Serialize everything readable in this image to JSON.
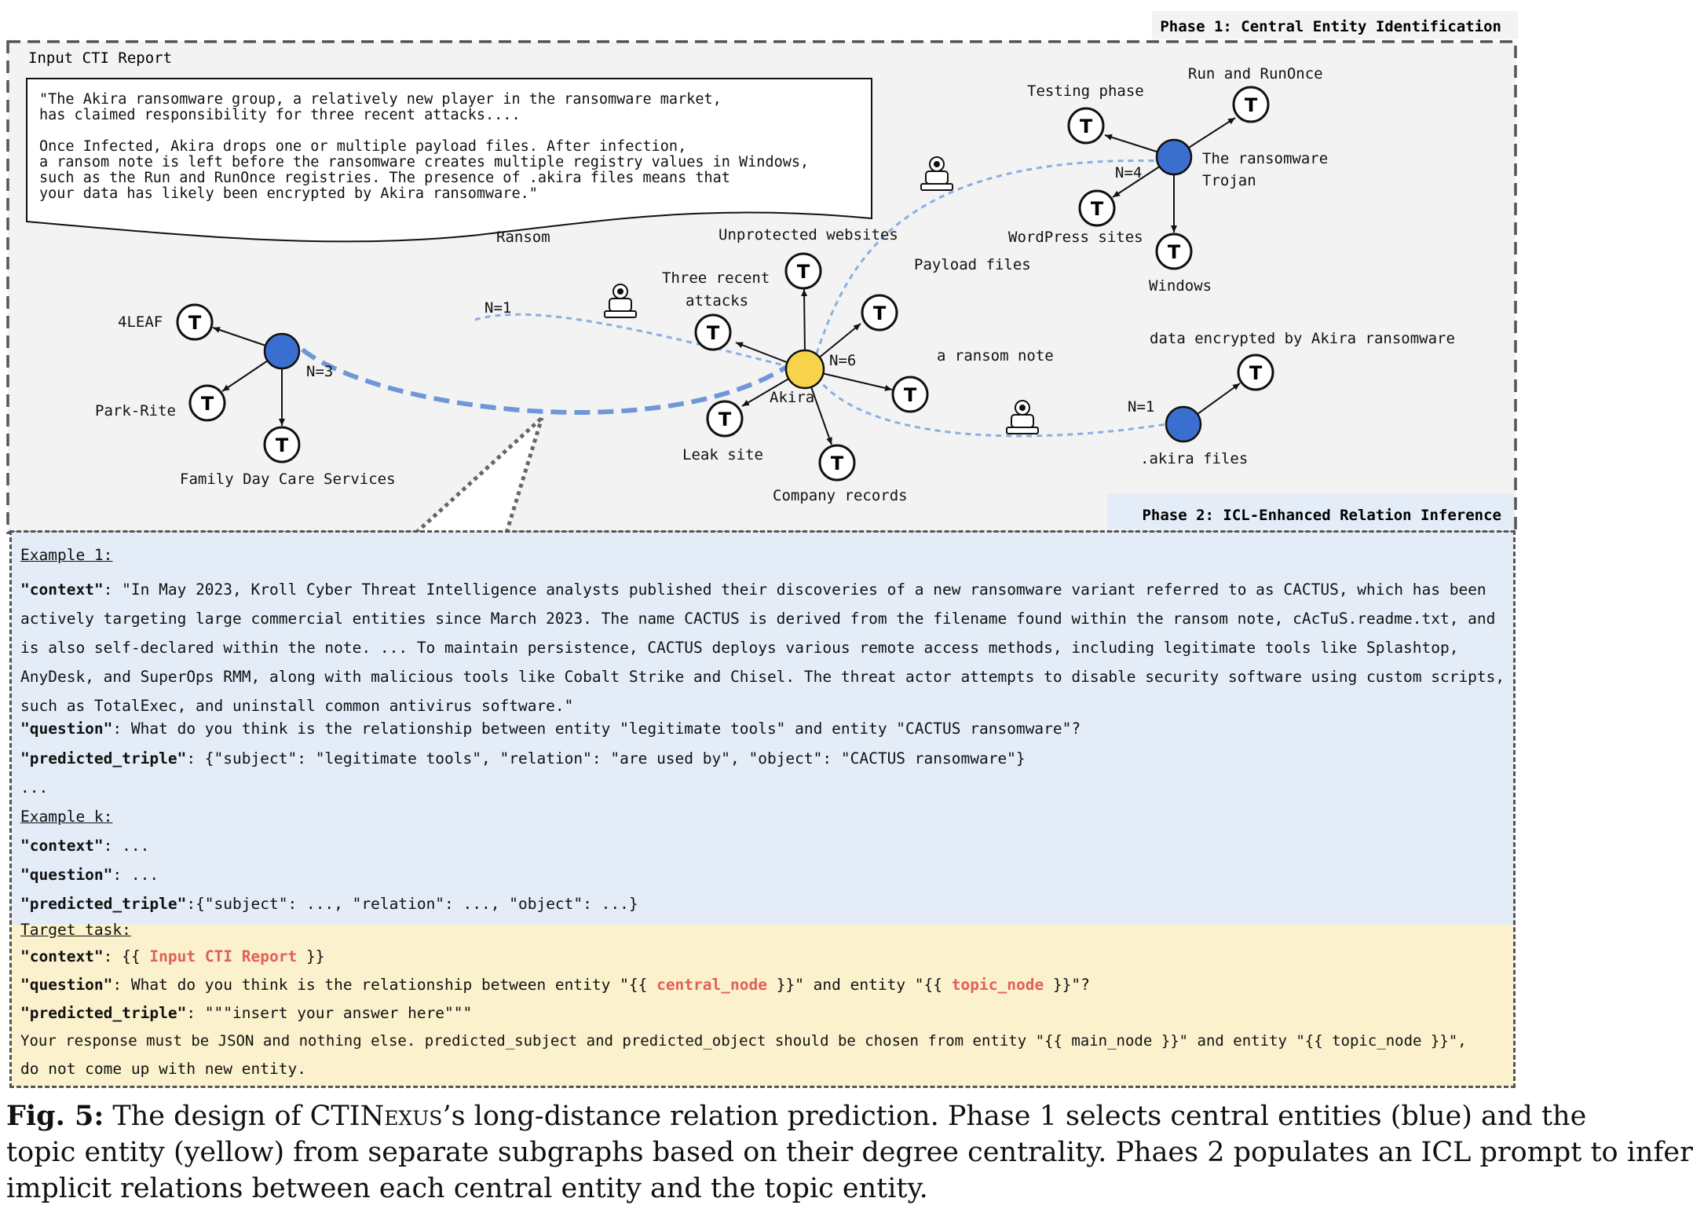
{
  "phase1": {
    "label": "Phase 1: Central Entity Identification",
    "input_label": "Input CTI Report",
    "report_lines": [
      "\"The Akira ransomware group, a relatively new player in the ransomware market,",
      "has claimed responsibility for three recent attacks....",
      "Once Infected,  Akira drops one or multiple payload files. After infection,",
      "a ransom note is left before the ransomware creates multiple registry values in Windows,",
      "such as the Run and RunOnce registries. The presence of .akira files means that",
      "your data has likely been encrypted by Akira ransomware.\""
    ]
  },
  "graph": {
    "node_glyph": "T",
    "labels": {
      "ransom": "Ransom",
      "unprotected": "Unprotected websites",
      "payload": "Payload files",
      "three_recent_1": "Three recent",
      "three_recent_2": "attacks",
      "ransom_note": "a ransom note",
      "akira": "Akira",
      "n6": "N=6",
      "leak": "Leak site",
      "company": "Company records",
      "leaf4": "4LEAF",
      "park": "Park-Rite",
      "family": "Family Day Care Services",
      "n3": "N=3",
      "n1_left": "N=1",
      "testing": "Testing phase",
      "run": "Run and RunOnce",
      "trojan_1": "The ransomware",
      "trojan_2": "Trojan",
      "n4": "N=4",
      "wordpress": "WordPress sites",
      "windows": "Windows",
      "encrypted": "data encrypted by Akira ransomware",
      "n1_right": "N=1",
      "akira_files": ".akira files"
    },
    "colors": {
      "central": "#3a6fcf",
      "topic": "#f6d34a",
      "edge_dashed": "#7aa0dc"
    }
  },
  "phase2": {
    "label": "Phase 2: ICL-Enhanced Relation Inference",
    "example1_title": "Example 1:",
    "context_key": "\"context\"",
    "context_text": ": \"In May 2023, Kroll Cyber Threat Intelligence analysts published their discoveries of a new ransomware variant referred to as CACTUS, which has been actively targeting large commercial entities since March 2023. The name CACTUS is derived from the filename found within the ransom note, cAcTuS.readme.txt, and is also self-declared within the note. ... To maintain persistence, CACTUS deploys various remote access methods, including legitimate tools like Splashtop, AnyDesk, and SuperOps RMM, along with malicious tools like Cobalt Strike and Chisel. The threat actor attempts to disable security software using custom scripts, such as TotalExec, and uninstall common antivirus software.\"",
    "question_key": "\"question\"",
    "question_text": ": What do you think is the relationship between entity \"legitimate tools\" and entity \"CACTUS ransomware\"?",
    "triple_key": "\"predicted_triple\"",
    "triple_text": ": {\"subject\": \"legitimate tools\", \"relation\": \"are used by\", \"object\": \"CACTUS ransomware\"}",
    "ellipsis": "...",
    "examplek_title": "Example k:",
    "context_k": ": ...",
    "question_k": ": ...",
    "triple_k": ":{\"subject\": ..., \"relation\": ..., \"object\": ...}",
    "target_title": "Target task:",
    "t_context_pre": ": {{ ",
    "t_context_var": "Input CTI Report",
    "t_context_post": " }}",
    "t_question_pre": ": What do you think is the relationship between entity \"{{ ",
    "t_question_var1": "central_node",
    "t_question_mid": " }}\" and entity \"{{ ",
    "t_question_var2": "topic_node",
    "t_question_post": " }}\"?",
    "t_triple_text": ": \"\"\"insert your answer here\"\"\"",
    "t_instr_1": "Your response must be JSON and nothing else. predicted_subject and predicted_object should be chosen from entity \"{{ main_node }}\" and entity \"{{ topic_node }}\",",
    "t_instr_2": "do not come up with new entity."
  },
  "caption": {
    "fig": "Fig. 5:",
    "pre": " The design of CTI",
    "sc": "Nexus",
    "line1_post": "’s long-distance relation prediction. Phase 1 selects central entities (blue) and the",
    "line2": "topic entity (yellow) from separate subgraphs based on their degree centrality. Phaes 2 populates an ICL prompt to infer",
    "line3": "implicit relations between each central entity and the topic entity."
  }
}
